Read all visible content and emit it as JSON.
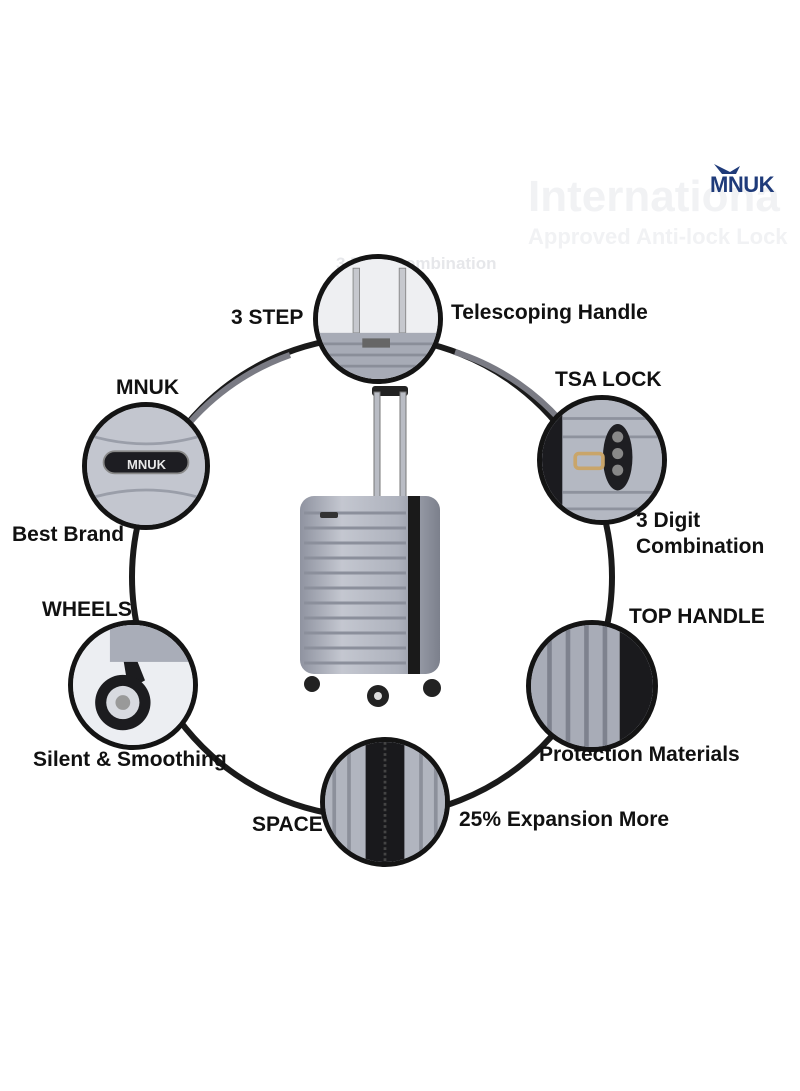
{
  "brand": {
    "logo_text": "MNUK"
  },
  "watermark": {
    "line1": "Internationa",
    "line2": "Approved Anti-lock Lock",
    "line3": "3 Digit Combination"
  },
  "features": {
    "top_left": "3 STEP",
    "top_right": "Telescoping Handle",
    "upper_left_title": "MNUK",
    "upper_left_caption": "Best Brand",
    "upper_right_title": "TSA LOCK",
    "upper_right_caption_line1": "3 Digit",
    "upper_right_caption_line2": "Combination",
    "lower_left_title": "WHEELS",
    "lower_left_caption": "Silent & Smoothing",
    "lower_right_title": "TOP HANDLE",
    "lower_right_caption": "Protection Materials",
    "bottom_left": "SPACE",
    "bottom_right": "25% Expansion More"
  },
  "badge": {
    "text": "MNUK"
  },
  "colors": {
    "ring": "#141414",
    "shell": "#a9adb9",
    "shell_dark": "#7d828f",
    "accent": "#1f3b7a"
  }
}
